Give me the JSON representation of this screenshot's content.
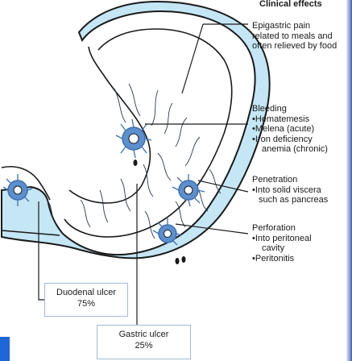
{
  "title": "Clinical effects",
  "effects": {
    "epigastric": [
      "Epigastric pain",
      "related to meals and",
      "often relieved by food"
    ],
    "bleeding": {
      "heading": "Bleeding",
      "items": [
        "•Hematemesis",
        "•Melena (acute)",
        "•Iron deficiency",
        "anemia (chronic)"
      ]
    },
    "penetration": {
      "heading": "Penetration",
      "items": [
        "•Into solid viscera",
        "such as pancreas"
      ]
    },
    "perforation": {
      "heading": "Perforation",
      "items": [
        "•Into peritoneal",
        "cavity",
        "•Peritonitis"
      ]
    }
  },
  "boxes": {
    "duodenal": {
      "label": "Duodenal ulcer",
      "percent": "75%"
    },
    "gastric": {
      "label": "Gastric ulcer",
      "percent": "25%"
    }
  },
  "colors": {
    "stomach_fill": "#c4e6f5",
    "outline": "#1a1a1a",
    "ulcer": "#3f6fb0",
    "accent": "#1f66d8"
  }
}
